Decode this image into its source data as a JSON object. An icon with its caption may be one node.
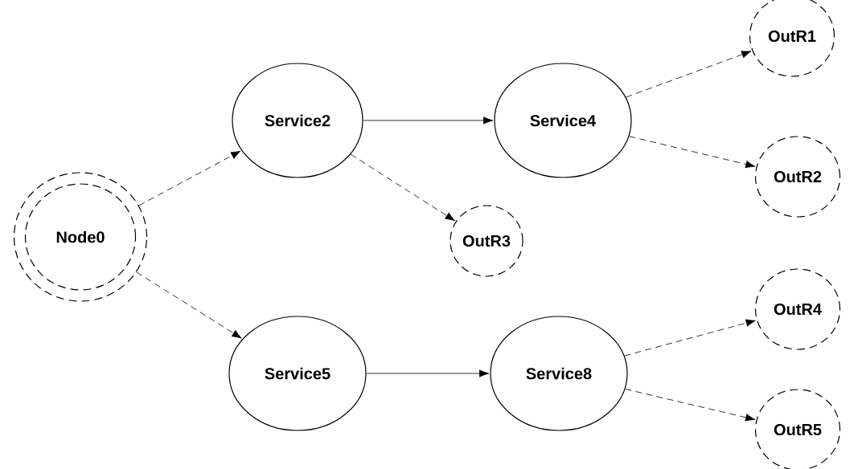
{
  "diagram": {
    "nodes": [
      {
        "text": [
          "Node0"
        ]
      },
      {
        "text": [
          "Service2"
        ]
      },
      {
        "text": [
          "Service4"
        ]
      },
      {
        "text": [
          "OutR1"
        ]
      },
      {
        "text": [
          "OutR2"
        ]
      },
      {
        "text": [
          "OutR3"
        ]
      },
      {
        "text": [
          "Service5"
        ]
      },
      {
        "text": [
          "Service8"
        ]
      },
      {
        "text": [
          "OutR4"
        ]
      },
      {
        "text": [
          "OutR5"
        ]
      }
    ],
    "edges": [
      {
        "from": 0,
        "to": 1,
        "arrow": "to",
        "style": "dashed"
      },
      {
        "from": 0,
        "to": 6,
        "arrow": "to",
        "style": "dashed"
      },
      {
        "from": 1,
        "to": 2,
        "arrow": "to"
      },
      {
        "from": 1,
        "to": 5,
        "arrow": "to",
        "style": "dashed"
      },
      {
        "from": 2,
        "to": 3,
        "arrow": "to",
        "style": "dashed"
      },
      {
        "from": 2,
        "to": 4,
        "arrow": "to",
        "style": "dashed"
      },
      {
        "from": 6,
        "to": 7,
        "arrow": "to"
      },
      {
        "from": 7,
        "to": 8,
        "arrow": "to",
        "style": "dashed"
      },
      {
        "from": 7,
        "to": 9,
        "arrow": "to",
        "style": "dashed"
      }
    ]
  }
}
